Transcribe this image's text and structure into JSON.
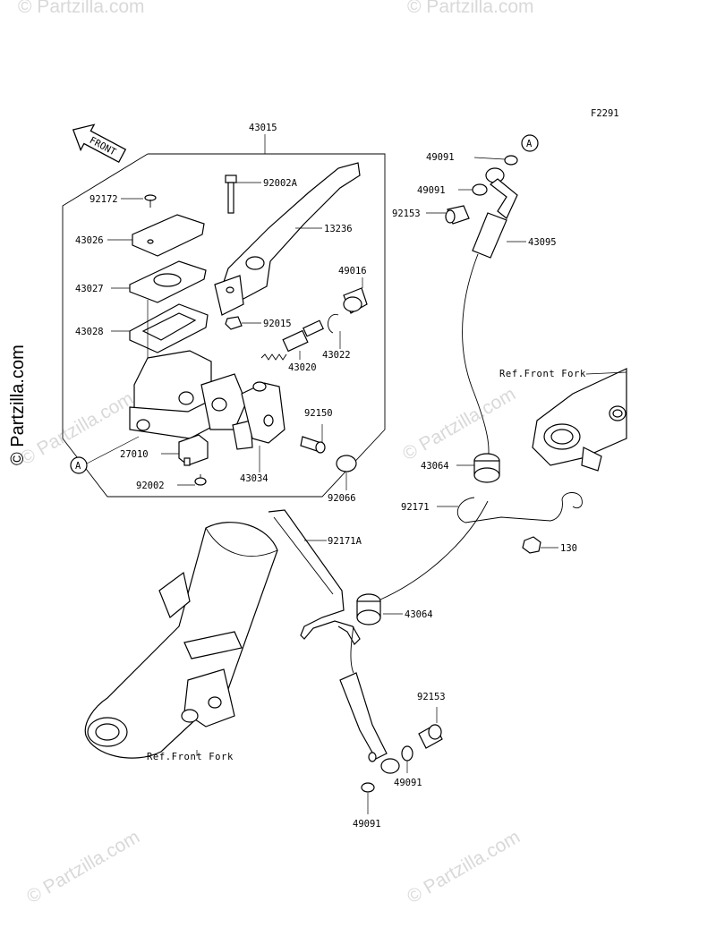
{
  "figure_code": "F2291",
  "front_label": "FRONT",
  "watermark": "© Partzilla.com",
  "side_watermark": "© Partzilla.com",
  "ref_front_fork": "Ref.Front Fork",
  "connector": "A",
  "parts": {
    "p43015": "43015",
    "p92172": "92172",
    "p43026": "43026",
    "p43027": "43027",
    "p43028": "43028",
    "p92002a": "92002A",
    "p13236": "13236",
    "p49016": "49016",
    "p92015": "92015",
    "p43022": "43022",
    "p43020": "43020",
    "p92150": "92150",
    "p27010": "27010",
    "p43034": "43034",
    "p92002": "92002",
    "p92066": "92066",
    "p49091_top1": "49091",
    "p49091_top2": "49091",
    "p92153_top": "92153",
    "p43095": "43095",
    "p43064_mid": "43064",
    "p92171": "92171",
    "p130": "130",
    "p92171a": "92171A",
    "p43064_low": "43064",
    "p92153_low": "92153",
    "p49091_low1": "49091",
    "p49091_low2": "49091"
  }
}
